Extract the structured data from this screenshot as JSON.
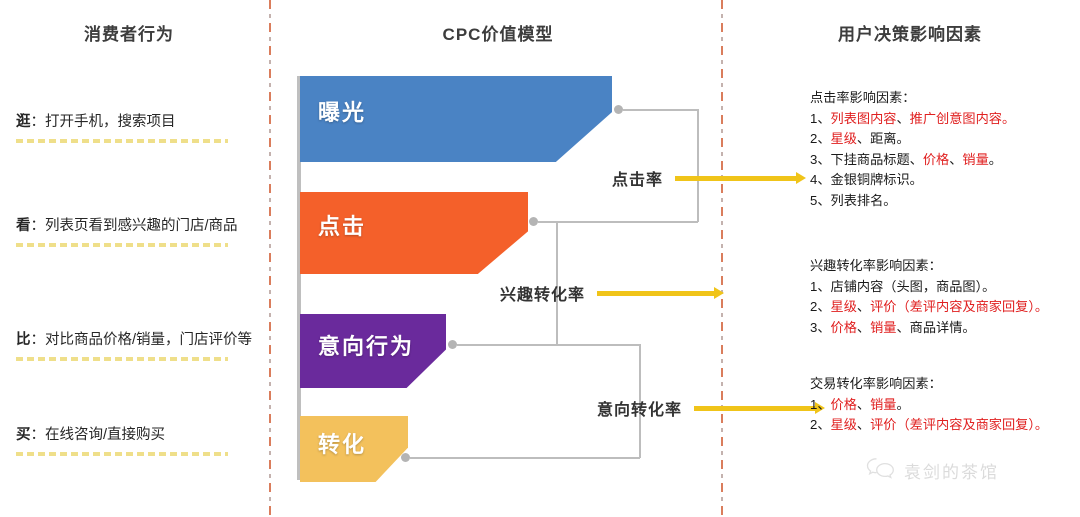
{
  "columns": {
    "left_title": "消费者行为",
    "middle_title": "CPC价值模型",
    "right_title": "用户决策影响因素"
  },
  "behaviors": [
    {
      "key": "逛",
      "sep": "：",
      "text": "打开手机，搜索项目"
    },
    {
      "key": "看",
      "sep": "：",
      "text": "列表页看到感兴趣的门店/商品"
    },
    {
      "key": "比",
      "sep": "：",
      "text": "对比商品价格/销量，门店评价等"
    },
    {
      "key": "买",
      "sep": "：",
      "text": "在线咨询/直接购买"
    }
  ],
  "funnel": {
    "stages": [
      {
        "label": "曝光",
        "color": "#4a83c4"
      },
      {
        "label": "点击",
        "color": "#f4602a"
      },
      {
        "label": "意向行为",
        "color": "#6a2a9c"
      },
      {
        "label": "转化",
        "color": "#f3c15c"
      }
    ]
  },
  "rates": [
    {
      "label": "点击率"
    },
    {
      "label": "兴趣转化率"
    },
    {
      "label": "意向转化率"
    }
  ],
  "factor_blocks": [
    {
      "heading": "点击率影响因素：",
      "lines": [
        [
          {
            "t": "1、",
            "hl": false
          },
          {
            "t": "列表图内容",
            "hl": true
          },
          {
            "t": "、",
            "hl": false
          },
          {
            "t": "推广创意图内容。",
            "hl": true
          }
        ],
        [
          {
            "t": "2、",
            "hl": false
          },
          {
            "t": "星级",
            "hl": true
          },
          {
            "t": "、距离。",
            "hl": false
          }
        ],
        [
          {
            "t": "3、下挂商品标题、",
            "hl": false
          },
          {
            "t": "价格",
            "hl": true
          },
          {
            "t": "、",
            "hl": false
          },
          {
            "t": "销量",
            "hl": true
          },
          {
            "t": "。",
            "hl": false
          }
        ],
        [
          {
            "t": "4、金银铜牌标识。",
            "hl": false
          }
        ],
        [
          {
            "t": "5、列表排名。",
            "hl": false
          }
        ]
      ]
    },
    {
      "heading": "兴趣转化率影响因素：",
      "lines": [
        [
          {
            "t": "1、店铺内容（头图，商品图）。",
            "hl": false
          }
        ],
        [
          {
            "t": "2、",
            "hl": false
          },
          {
            "t": "星级",
            "hl": true
          },
          {
            "t": "、",
            "hl": false
          },
          {
            "t": "评价（差评内容及商家回复）。",
            "hl": true
          }
        ],
        [
          {
            "t": "3、",
            "hl": false
          },
          {
            "t": "价格",
            "hl": true
          },
          {
            "t": "、",
            "hl": false
          },
          {
            "t": "销量",
            "hl": true
          },
          {
            "t": "、商品详情。",
            "hl": false
          }
        ]
      ]
    },
    {
      "heading": "交易转化率影响因素：",
      "lines": [
        [
          {
            "t": "1、",
            "hl": false
          },
          {
            "t": "价格",
            "hl": true
          },
          {
            "t": "、",
            "hl": false
          },
          {
            "t": "销量",
            "hl": true
          },
          {
            "t": "。",
            "hl": false
          }
        ],
        [
          {
            "t": "2、",
            "hl": false
          },
          {
            "t": "星级",
            "hl": true
          },
          {
            "t": "、",
            "hl": false
          },
          {
            "t": "评价（差评内容及商家回复）。",
            "hl": true
          }
        ]
      ]
    }
  ],
  "watermark": {
    "icon": "wechat-bubble-icon",
    "text": "袁剑的茶馆"
  },
  "colors": {
    "highlight_red": "#e02020",
    "arrow_yellow": "#f0c419",
    "separator": "#d4663f",
    "connector_gray": "#bdbdbd"
  }
}
